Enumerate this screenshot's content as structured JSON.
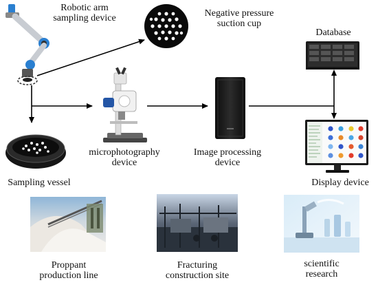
{
  "nodes": {
    "robotic_arm": {
      "lines": [
        "Robotic arm",
        "sampling device"
      ]
    },
    "suction_cup": {
      "lines": [
        "Negative pressure",
        "suction cup"
      ]
    },
    "database": {
      "lines": [
        "Database"
      ]
    },
    "microphotography": {
      "lines": [
        "microphotography",
        "device"
      ]
    },
    "image_processing": {
      "lines": [
        "Image processing",
        "device"
      ]
    },
    "display": {
      "lines": [
        "Display device"
      ]
    },
    "sampling_vessel": {
      "lines": [
        "Sampling vessel"
      ]
    },
    "proppant_line": {
      "lines": [
        "Proppant",
        "production line"
      ]
    },
    "fracturing_site": {
      "lines": [
        "Fracturing",
        "construction site"
      ]
    },
    "scientific_research": {
      "lines": [
        "scientific",
        "research"
      ]
    }
  },
  "colors": {
    "arrow": "#000000",
    "arm_blue": "#2a7fd0",
    "microscope_blue": "#2456a6",
    "sand": "#e6e1da",
    "steel": "#8a8f99"
  }
}
